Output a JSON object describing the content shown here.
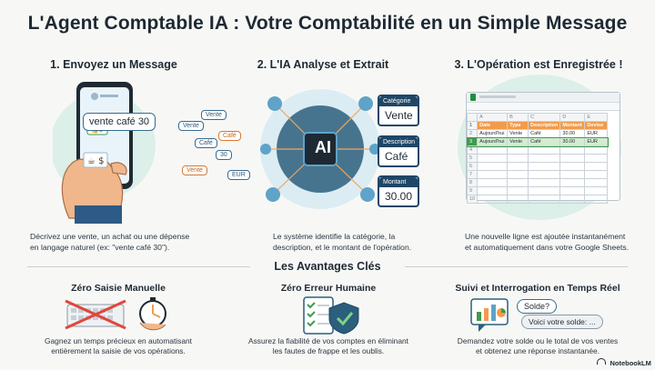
{
  "title": "L'Agent Comptable IA : Votre Comptabilité en un Simple Message",
  "steps": [
    {
      "title": "1. Envoyez un Message",
      "desc1": "Décrivez une vente, un achat ou une dépense",
      "desc2": "en langage naturel (ex: \"vente café 30\")."
    },
    {
      "title": "2. L'IA Analyse et Extrait",
      "desc1": "Le système identifie la catégorie, la",
      "desc2": "description, et le montant de l'opération."
    },
    {
      "title": "3. L'Opération est Enregistrée !",
      "desc1": "Une nouvelle ligne est ajoutée instantanément",
      "desc2": "et automatiquement dans votre Google Sheets."
    }
  ],
  "phone": {
    "message": "vente café 30",
    "floating_words": [
      "Vente",
      "Vente",
      "Café",
      "Café",
      "30",
      "Vente",
      "EUR"
    ]
  },
  "ai": {
    "chip": "AI",
    "fields": [
      {
        "label": "Catégorie",
        "value": "Vente"
      },
      {
        "label": "Description",
        "value": "Café"
      },
      {
        "label": "Montant",
        "value": "30.00"
      }
    ]
  },
  "sheet": {
    "headers": [
      "",
      "Date",
      "Type",
      "Description",
      "Montant",
      "Devise"
    ],
    "col_letters": [
      "",
      "A",
      "B",
      "C",
      "D",
      "E"
    ],
    "rows": [
      [
        "2",
        "Aujourd'hui",
        "Vente",
        "Café",
        "30.00",
        "EUR"
      ],
      [
        "3",
        "Aujourd'hui",
        "Vente",
        "Café",
        "30.00",
        "EUR"
      ],
      [
        "4",
        "",
        "",
        "",
        "",
        ""
      ],
      [
        "5",
        "",
        "",
        "",
        "",
        ""
      ],
      [
        "6",
        "",
        "",
        "",
        "",
        ""
      ],
      [
        "7",
        "",
        "",
        "",
        "",
        ""
      ],
      [
        "8",
        "",
        "",
        "",
        "",
        ""
      ],
      [
        "9",
        "",
        "",
        "",
        "",
        ""
      ],
      [
        "10",
        "",
        "",
        "",
        "",
        ""
      ]
    ],
    "colors": {
      "header_orange": "#f29b4b",
      "highlight_green": "#d4ecd2",
      "sheets_green": "#1e8e3e"
    }
  },
  "section_title": "Les Avantages Clés",
  "advantages": [
    {
      "title": "Zéro Saisie Manuelle",
      "desc1": "Gagnez un temps précieux en automatisant",
      "desc2": "entièrement la saisie de vos opérations."
    },
    {
      "title": "Zéro Erreur Humaine",
      "desc1": "Assurez la fiabilité de vos comptes en éliminant",
      "desc2": "les fautes de frappe et les oublis."
    },
    {
      "title": "Suivi et Interrogation en Temps Réel",
      "desc1": "Demandez votre solde ou le total de vos ventes",
      "desc2": "et obtenez une réponse instantanée."
    }
  ],
  "chat": {
    "question": "Solde?",
    "answer": "Voici votre solde: ..."
  },
  "brand": "NotebookLM"
}
